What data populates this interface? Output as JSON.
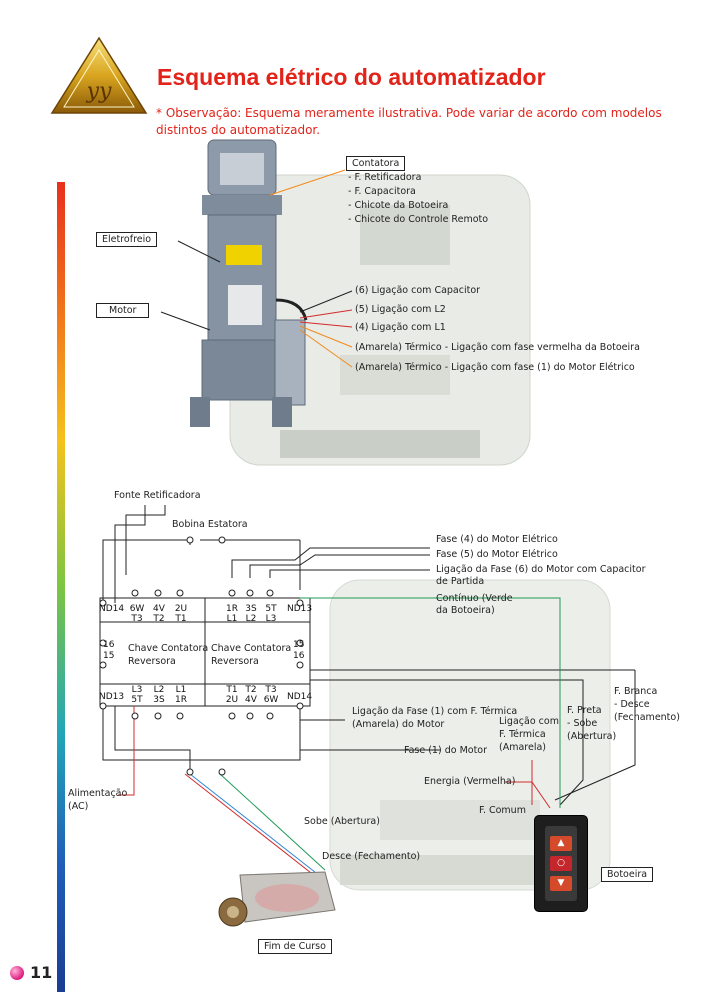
{
  "header": {
    "logo_text": "yy",
    "title": "Esquema elétrico do automatizador",
    "note": "* Observação: Esquema meramente ilustrativa. Pode variar de acordo com modelos distintos do automatizador."
  },
  "photo_labels": {
    "contatora": "Contatora",
    "contatora_items": [
      "- F. Retificadora",
      "- F. Capacitora",
      "- Chicote da Botoeira",
      "- Chicote do Controle Remoto"
    ],
    "eletrofreio": "Eletrofreio",
    "motor": "Motor",
    "wire_labels": [
      "(6) Ligação com Capacitor",
      "(5) Ligação com L2",
      "(4) Ligação com L1",
      "(Amarela) Térmico - Ligação com fase vermelha da Botoeira",
      "(Amarela) Térmico - Ligação com fase (1) do Motor Elétrico"
    ]
  },
  "diagram": {
    "fonte_retificadora": "Fonte Retificadora",
    "bobina_estatora": "Bobina Estatora",
    "fase4": "Fase (4) do Motor Elétrico",
    "fase5": "Fase (5) do Motor Elétrico",
    "fase6_line1": "Ligação da Fase (6) do Motor com Capacitor",
    "fase6_line2": "de Partida",
    "continuo_line1": "Contínuo (Verde",
    "continuo_line2": "da Botoeira)",
    "nd14": "ND14",
    "nd13": "ND13",
    "left_top_cells": [
      [
        "6W",
        "T3"
      ],
      [
        "4V",
        "T2"
      ],
      [
        "2U",
        "T1"
      ]
    ],
    "right_top_cells": [
      [
        "1R",
        "L1"
      ],
      [
        "3S",
        "L2"
      ],
      [
        "5T",
        "L3"
      ]
    ],
    "left_bottom_cells": [
      [
        "L3",
        "5T"
      ],
      [
        "L2",
        "3S"
      ],
      [
        "L1",
        "1R"
      ]
    ],
    "right_bottom_cells": [
      [
        "T1",
        "2U"
      ],
      [
        "T2",
        "4V"
      ],
      [
        "T3",
        "6W"
      ]
    ],
    "side_16": "16",
    "side_15": "15",
    "chave_line1": "Chave Contatora",
    "chave_line2": "Reversora",
    "ligacao_fase1_line1": "Ligação da Fase (1) com F. Térmica",
    "ligacao_fase1_line2": "(Amarela) do Motor",
    "ligacao_termica": [
      "Ligação com",
      "F. Térmica",
      "(Amarela)"
    ],
    "fase1_motor": "Fase (1) do Motor",
    "preta": [
      "F. Preta",
      "- Sobe",
      "(Abertura)"
    ],
    "branca": [
      "F. Branca",
      "- Desce",
      "(Fechamento)"
    ],
    "energia": "Energia (Vermelha)",
    "comum": "F. Comum",
    "alimentacao_line1": "Alimentação",
    "alimentacao_line2": "(AC)",
    "sobe": "Sobe (Abertura)",
    "desce": "Desce (Fechamento)",
    "botoeira": "Botoeira",
    "fim_de_curso": "Fim de Curso"
  },
  "footer": {
    "page_number": "11"
  },
  "colors": {
    "title": "#e2231a",
    "wire_red": "#d22b2b",
    "wire_green": "#1f9a55",
    "wire_blue": "#2f86d6",
    "accent_orange": "#f28a1c"
  }
}
